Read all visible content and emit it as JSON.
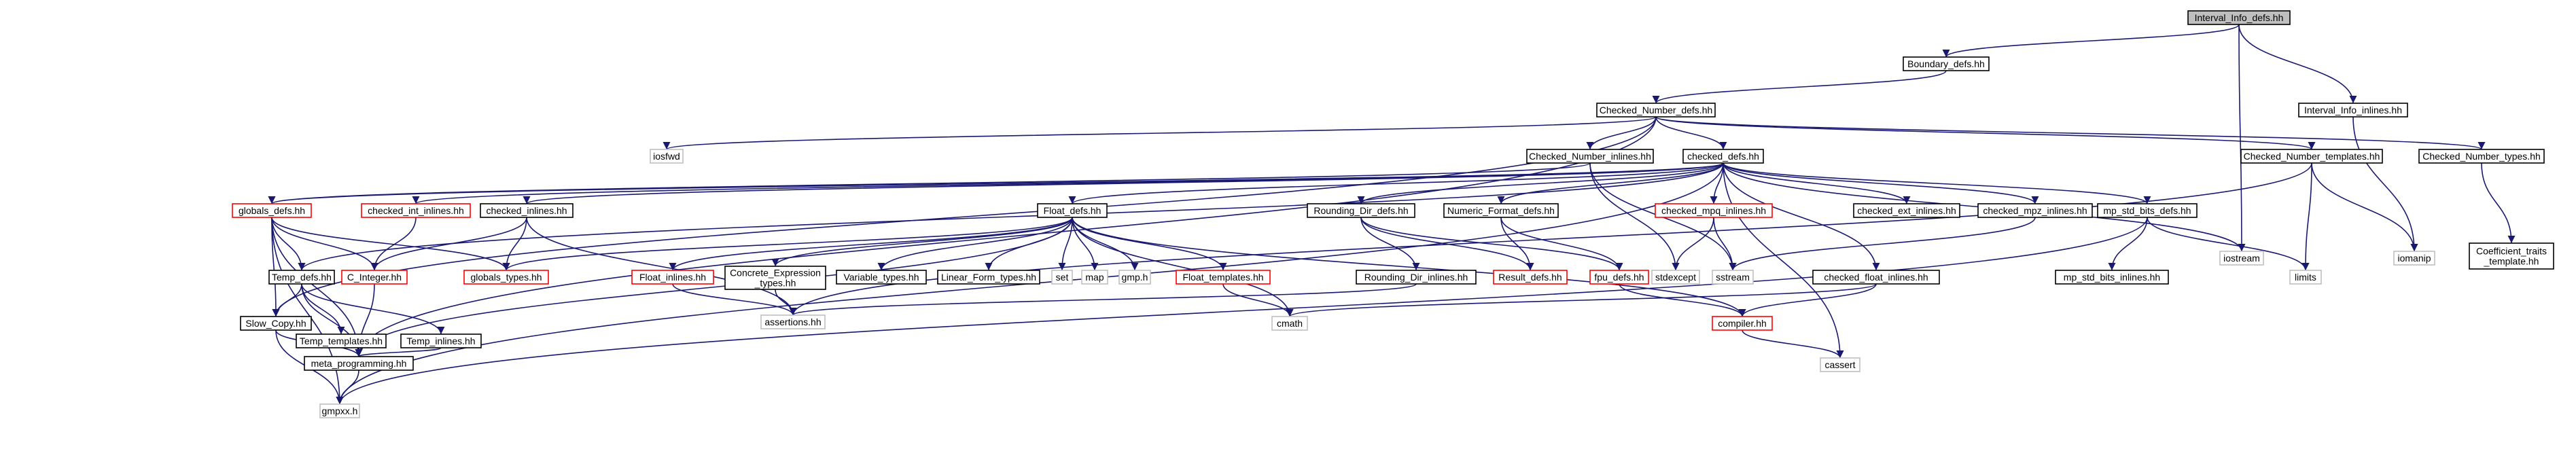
{
  "diagram": {
    "type": "include-dependency-graph",
    "colors": {
      "edge": "#191970",
      "root_fill": "#bfbfbf",
      "normal_border": "#000000",
      "truncated_border": "#ff0000",
      "external_border": "#bfbfbf",
      "external_text": "#000000"
    },
    "nodes": [
      {
        "id": "interval_info_defs",
        "label": "Interval_Info_defs.hh",
        "kind": "root"
      },
      {
        "id": "boundary_defs",
        "label": "Boundary_defs.hh",
        "kind": "normal"
      },
      {
        "id": "interval_info_inlines",
        "label": "Interval_Info_inlines.hh",
        "kind": "normal"
      },
      {
        "id": "checked_number_defs",
        "label": "Checked_Number_defs.hh",
        "kind": "normal"
      },
      {
        "id": "iosfwd",
        "label": "iosfwd",
        "kind": "external"
      },
      {
        "id": "checked_number_inlines",
        "label": "Checked_Number_inlines.hh",
        "kind": "normal"
      },
      {
        "id": "checked_defs",
        "label": "checked_defs.hh",
        "kind": "normal"
      },
      {
        "id": "checked_number_templates",
        "label": "Checked_Number_templates.hh",
        "kind": "normal"
      },
      {
        "id": "checked_number_types",
        "label": "Checked_Number_types.hh",
        "kind": "normal"
      },
      {
        "id": "globals_defs",
        "label": "globals_defs.hh",
        "kind": "truncated"
      },
      {
        "id": "checked_int_inlines",
        "label": "checked_int_inlines.hh",
        "kind": "truncated"
      },
      {
        "id": "checked_inlines",
        "label": "checked_inlines.hh",
        "kind": "normal"
      },
      {
        "id": "float_defs",
        "label": "Float_defs.hh",
        "kind": "normal"
      },
      {
        "id": "rounding_dir_defs",
        "label": "Rounding_Dir_defs.hh",
        "kind": "normal"
      },
      {
        "id": "numeric_format_defs",
        "label": "Numeric_Format_defs.hh",
        "kind": "normal"
      },
      {
        "id": "checked_mpq_inlines",
        "label": "checked_mpq_inlines.hh",
        "kind": "truncated"
      },
      {
        "id": "checked_ext_inlines",
        "label": "checked_ext_inlines.hh",
        "kind": "normal"
      },
      {
        "id": "checked_mpz_inlines",
        "label": "checked_mpz_inlines.hh",
        "kind": "normal"
      },
      {
        "id": "mp_std_bits_defs",
        "label": "mp_std_bits_defs.hh",
        "kind": "normal"
      },
      {
        "id": "iostream",
        "label": "iostream",
        "kind": "external"
      },
      {
        "id": "iomanip",
        "label": "iomanip",
        "kind": "external"
      },
      {
        "id": "coefficient_traits_template",
        "label": "Coefficient_traits\n_template.hh",
        "kind": "normal"
      },
      {
        "id": "temp_defs",
        "label": "Temp_defs.hh",
        "kind": "normal"
      },
      {
        "id": "c_integer",
        "label": "C_Integer.hh",
        "kind": "truncated"
      },
      {
        "id": "globals_types",
        "label": "globals_types.hh",
        "kind": "truncated"
      },
      {
        "id": "float_inlines",
        "label": "Float_inlines.hh",
        "kind": "truncated"
      },
      {
        "id": "concrete_expression_types",
        "label": "Concrete_Expression\n_types.hh",
        "kind": "normal"
      },
      {
        "id": "variable_types",
        "label": "Variable_types.hh",
        "kind": "normal"
      },
      {
        "id": "linear_form_types",
        "label": "Linear_Form_types.hh",
        "kind": "normal"
      },
      {
        "id": "set",
        "label": "set",
        "kind": "external"
      },
      {
        "id": "map",
        "label": "map",
        "kind": "external"
      },
      {
        "id": "gmp_h",
        "label": "gmp.h",
        "kind": "external"
      },
      {
        "id": "float_templates",
        "label": "Float_templates.hh",
        "kind": "truncated"
      },
      {
        "id": "rounding_dir_inlines",
        "label": "Rounding_Dir_inlines.hh",
        "kind": "normal"
      },
      {
        "id": "result_defs",
        "label": "Result_defs.hh",
        "kind": "truncated"
      },
      {
        "id": "fpu_defs",
        "label": "fpu_defs.hh",
        "kind": "truncated"
      },
      {
        "id": "stdexcept",
        "label": "stdexcept",
        "kind": "external"
      },
      {
        "id": "sstream",
        "label": "sstream",
        "kind": "external"
      },
      {
        "id": "checked_float_inlines",
        "label": "checked_float_inlines.hh",
        "kind": "normal"
      },
      {
        "id": "mp_std_bits_inlines",
        "label": "mp_std_bits_inlines.hh",
        "kind": "normal"
      },
      {
        "id": "limits",
        "label": "limits",
        "kind": "external"
      },
      {
        "id": "slow_copy",
        "label": "Slow_Copy.hh",
        "kind": "normal"
      },
      {
        "id": "temp_templates",
        "label": "Temp_templates.hh",
        "kind": "normal"
      },
      {
        "id": "temp_inlines",
        "label": "Temp_inlines.hh",
        "kind": "normal"
      },
      {
        "id": "assertions",
        "label": "assertions.hh",
        "kind": "external"
      },
      {
        "id": "cmath",
        "label": "cmath",
        "kind": "external"
      },
      {
        "id": "compiler",
        "label": "compiler.hh",
        "kind": "truncated"
      },
      {
        "id": "meta_programming",
        "label": "meta_programming.hh",
        "kind": "normal"
      },
      {
        "id": "cassert",
        "label": "cassert",
        "kind": "external"
      },
      {
        "id": "gmpxx_h",
        "label": "gmpxx.h",
        "kind": "external"
      }
    ],
    "edges": [
      [
        "interval_info_defs",
        "boundary_defs"
      ],
      [
        "interval_info_defs",
        "interval_info_inlines"
      ],
      [
        "interval_info_defs",
        "iostream"
      ],
      [
        "boundary_defs",
        "checked_number_defs"
      ],
      [
        "interval_info_inlines",
        "iomanip"
      ],
      [
        "checked_number_defs",
        "iosfwd"
      ],
      [
        "checked_number_defs",
        "checked_number_inlines"
      ],
      [
        "checked_number_defs",
        "checked_defs"
      ],
      [
        "checked_number_defs",
        "checked_number_templates"
      ],
      [
        "checked_number_defs",
        "checked_number_types"
      ],
      [
        "checked_number_defs",
        "slow_copy"
      ],
      [
        "checked_number_defs",
        "meta_programming"
      ],
      [
        "checked_number_inlines",
        "globals_defs"
      ],
      [
        "checked_number_inlines",
        "stdexcept"
      ],
      [
        "checked_number_inlines",
        "sstream"
      ],
      [
        "checked_defs",
        "globals_defs"
      ],
      [
        "checked_defs",
        "checked_int_inlines"
      ],
      [
        "checked_defs",
        "checked_inlines"
      ],
      [
        "checked_defs",
        "float_defs"
      ],
      [
        "checked_defs",
        "rounding_dir_defs"
      ],
      [
        "checked_defs",
        "numeric_format_defs"
      ],
      [
        "checked_defs",
        "checked_mpq_inlines"
      ],
      [
        "checked_defs",
        "checked_ext_inlines"
      ],
      [
        "checked_defs",
        "checked_mpz_inlines"
      ],
      [
        "checked_defs",
        "mp_std_bits_defs"
      ],
      [
        "checked_defs",
        "iostream"
      ],
      [
        "checked_defs",
        "temp_defs"
      ],
      [
        "checked_defs",
        "checked_float_inlines"
      ],
      [
        "checked_defs",
        "cassert"
      ],
      [
        "checked_defs",
        "gmpxx_h"
      ],
      [
        "checked_number_templates",
        "iomanip"
      ],
      [
        "checked_number_templates",
        "limits"
      ],
      [
        "checked_number_templates",
        "assertions"
      ],
      [
        "checked_number_types",
        "coefficient_traits_template"
      ],
      [
        "globals_defs",
        "temp_defs"
      ],
      [
        "globals_defs",
        "c_integer"
      ],
      [
        "globals_defs",
        "globals_types"
      ],
      [
        "globals_defs",
        "slow_copy"
      ],
      [
        "globals_defs",
        "meta_programming"
      ],
      [
        "globals_defs",
        "gmpxx_h"
      ],
      [
        "checked_int_inlines",
        "c_integer"
      ],
      [
        "checked_inlines",
        "c_integer"
      ],
      [
        "checked_inlines",
        "globals_types"
      ],
      [
        "checked_inlines",
        "assertions"
      ],
      [
        "float_defs",
        "globals_types"
      ],
      [
        "float_defs",
        "float_inlines"
      ],
      [
        "float_defs",
        "concrete_expression_types"
      ],
      [
        "float_defs",
        "variable_types"
      ],
      [
        "float_defs",
        "linear_form_types"
      ],
      [
        "float_defs",
        "set"
      ],
      [
        "float_defs",
        "map"
      ],
      [
        "float_defs",
        "gmp_h"
      ],
      [
        "float_defs",
        "float_templates"
      ],
      [
        "float_defs",
        "cmath"
      ],
      [
        "float_defs",
        "compiler"
      ],
      [
        "float_defs",
        "meta_programming"
      ],
      [
        "rounding_dir_defs",
        "rounding_dir_inlines"
      ],
      [
        "rounding_dir_defs",
        "result_defs"
      ],
      [
        "rounding_dir_defs",
        "fpu_defs"
      ],
      [
        "numeric_format_defs",
        "result_defs"
      ],
      [
        "numeric_format_defs",
        "fpu_defs"
      ],
      [
        "checked_mpq_inlines",
        "stdexcept"
      ],
      [
        "checked_mpq_inlines",
        "sstream"
      ],
      [
        "checked_mpz_inlines",
        "sstream"
      ],
      [
        "mp_std_bits_defs",
        "mp_std_bits_inlines"
      ],
      [
        "mp_std_bits_defs",
        "limits"
      ],
      [
        "mp_std_bits_defs",
        "gmpxx_h"
      ],
      [
        "checked_float_inlines",
        "cmath"
      ],
      [
        "checked_float_inlines",
        "compiler"
      ],
      [
        "temp_defs",
        "slow_copy"
      ],
      [
        "temp_defs",
        "temp_templates"
      ],
      [
        "temp_defs",
        "temp_inlines"
      ],
      [
        "temp_defs",
        "meta_programming"
      ],
      [
        "c_integer",
        "meta_programming"
      ],
      [
        "float_inlines",
        "assertions"
      ],
      [
        "concrete_expression_types",
        "assertions"
      ],
      [
        "float_templates",
        "cmath"
      ],
      [
        "rounding_dir_inlines",
        "assertions"
      ],
      [
        "fpu_defs",
        "compiler"
      ],
      [
        "slow_copy",
        "meta_programming"
      ],
      [
        "slow_copy",
        "gmpxx_h"
      ],
      [
        "temp_inlines",
        "meta_programming"
      ],
      [
        "compiler",
        "cassert"
      ],
      [
        "meta_programming",
        "gmpxx_h"
      ]
    ]
  }
}
